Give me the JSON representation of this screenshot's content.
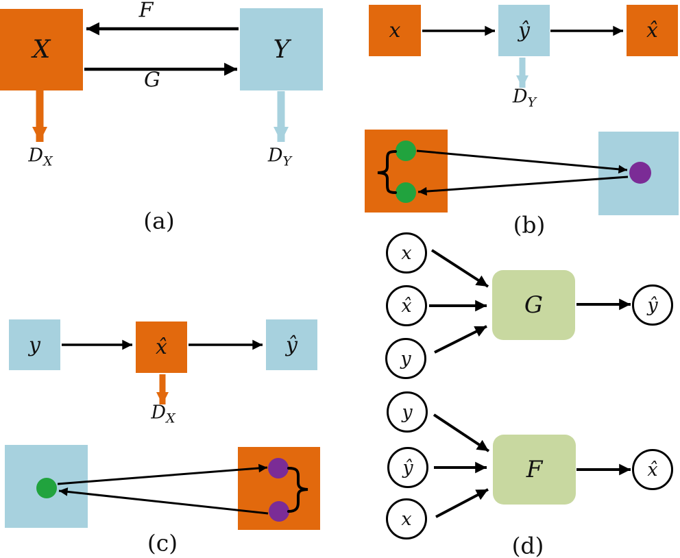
{
  "colors": {
    "orange": "#E2690D",
    "blue": "#A7D1DE",
    "green_node": "#21A33E",
    "purple_node": "#7B2C96",
    "green_box": "#C8D8A0",
    "arrow_black": "#000000"
  },
  "panels": {
    "a": {
      "caption": "(a)",
      "x_label": "X",
      "y_label": "Y",
      "f_label": "F",
      "g_label": "G",
      "dx": {
        "base": "D",
        "sub": "X"
      },
      "dy": {
        "base": "D",
        "sub": "Y"
      }
    },
    "b": {
      "caption": "(b)",
      "x": "x",
      "yhat": "ŷ",
      "xhat": "x̂",
      "dy": {
        "base": "D",
        "sub": "Y"
      }
    },
    "c": {
      "caption": "(c)",
      "y": "y",
      "xhat": "x̂",
      "yhat": "ŷ",
      "dx": {
        "base": "D",
        "sub": "X"
      }
    },
    "d": {
      "caption": "(d)",
      "g": {
        "inputs": [
          "x",
          "x̂",
          "y"
        ],
        "box": "G",
        "output": "ŷ"
      },
      "f": {
        "inputs": [
          "y",
          "ŷ",
          "x"
        ],
        "box": "F",
        "output": "x̂"
      }
    }
  }
}
